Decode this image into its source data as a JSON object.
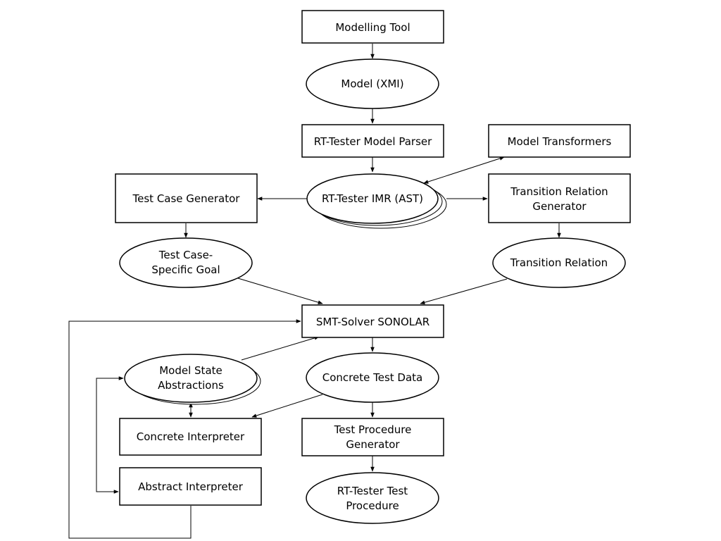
{
  "nodes": {
    "modelling_tool": "Modelling Tool",
    "model_xmi": "Model (XMI)",
    "rt_tester_model_parser": "RT-Tester Model Parser",
    "model_transformers": "Model Transformers",
    "test_case_generator": "Test Case Generator",
    "rt_tester_imr": "RT-Tester IMR (AST)",
    "transition_relation_generator": [
      "Transition Relation",
      "Generator"
    ],
    "test_case_specific_goal": [
      "Test Case-",
      "Specific Goal"
    ],
    "transition_relation": "Transition Relation",
    "smt_solver": "SMT-Solver SONOLAR",
    "model_state_abstractions": [
      "Model State",
      "Abstractions"
    ],
    "concrete_test_data": "Concrete Test Data",
    "concrete_interpreter": "Concrete Interpreter",
    "test_procedure_generator": [
      "Test Procedure",
      "Generator"
    ],
    "abstract_interpreter": "Abstract Interpreter",
    "rt_tester_test_procedure": [
      "RT-Tester Test",
      "Procedure"
    ]
  }
}
